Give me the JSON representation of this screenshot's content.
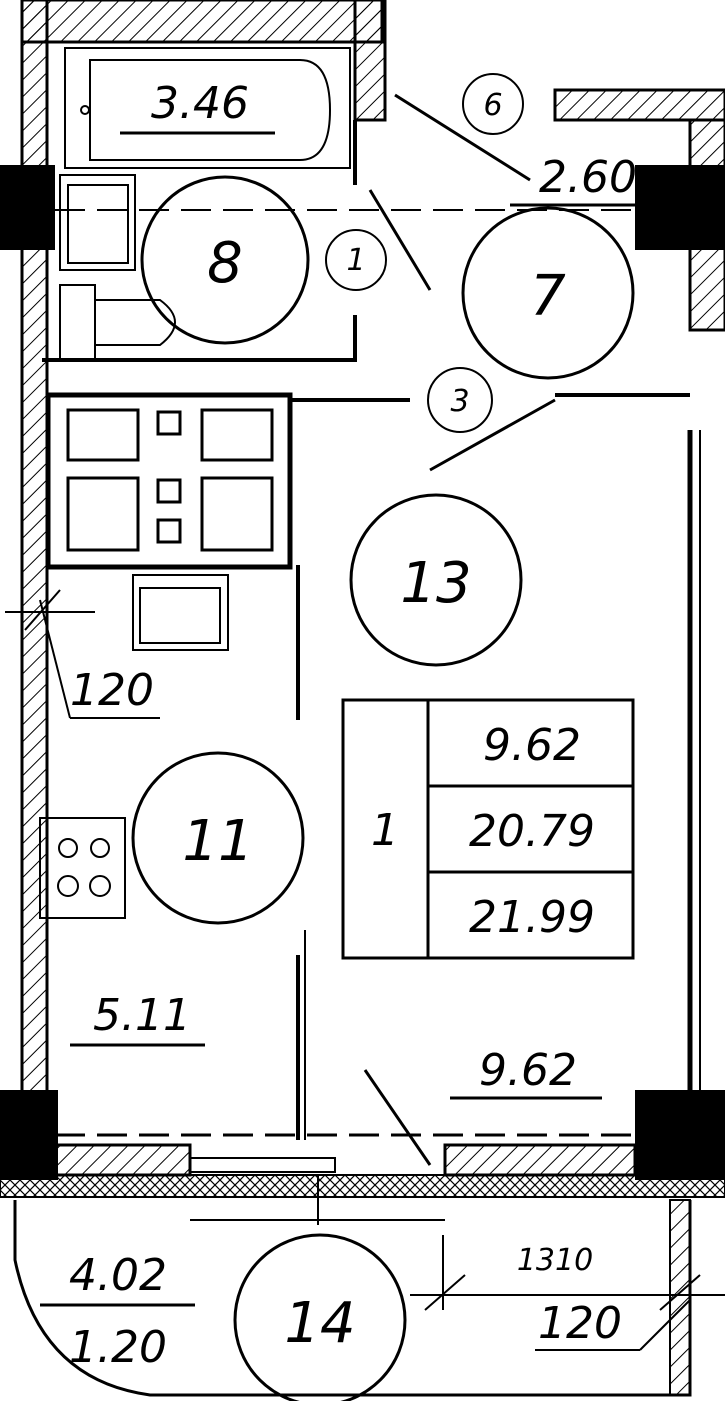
{
  "plan": {
    "apartment_number": "1",
    "area_living": "9.62",
    "area_total": "20.79",
    "area_with_balcony": "21.99"
  },
  "rooms": {
    "bathroom": {
      "number": "8",
      "area": "3.46"
    },
    "hall": {
      "number": "7",
      "area": "2.60"
    },
    "room": {
      "number": "13",
      "area": "9.62"
    },
    "kitchen": {
      "number": "11",
      "area": "5.11"
    },
    "balcony": {
      "number": "14",
      "area": "4.02",
      "area_reduced": "1.20"
    }
  },
  "doors": {
    "door_1": "1",
    "door_3": "3",
    "door_6": "6"
  },
  "dimensions": {
    "wall_left": "120",
    "balcony_width": "1310",
    "balcony_wall": "120"
  },
  "colors": {
    "ink": "#000000",
    "background": "#ffffff"
  }
}
